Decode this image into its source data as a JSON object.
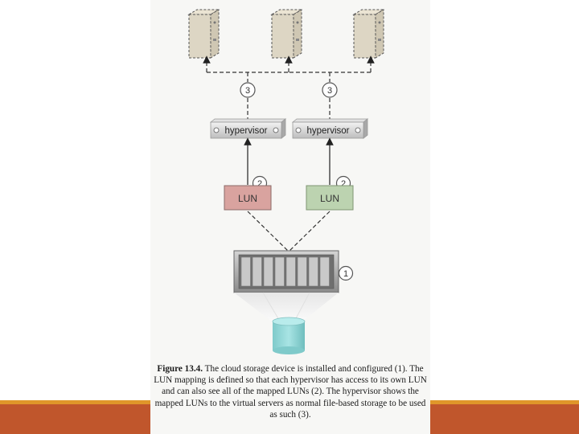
{
  "colors": {
    "footer_bar": "#c0562c",
    "footer_line": "#e0962a",
    "server_fill": "#ddd6c4",
    "lun_red": "#d9a39f",
    "lun_green": "#bcd3b0",
    "disk_cyan": "#8fd6d6"
  },
  "diagram": {
    "hypervisor_left": "hypervisor",
    "hypervisor_right": "hypervisor",
    "lun_left": "LUN",
    "lun_right": "LUN",
    "callout_3_left": "3",
    "callout_3_right": "3",
    "callout_2_left": "2",
    "callout_2_right": "2",
    "callout_1": "1",
    "icons": [
      "server-icon",
      "server-icon",
      "server-icon",
      "storage-device-icon",
      "disk-cylinder-icon"
    ]
  },
  "caption": {
    "figure_label": "Figure 13.4.",
    "text": " The cloud storage device is installed and configured (1). The LUN mapping is defined so that each hypervisor has access to its own LUN and can also see all of the mapped LUNs (2). The hypervisor shows the mapped LUNs to the virtual servers as normal file-based storage to be used as such (3)."
  }
}
